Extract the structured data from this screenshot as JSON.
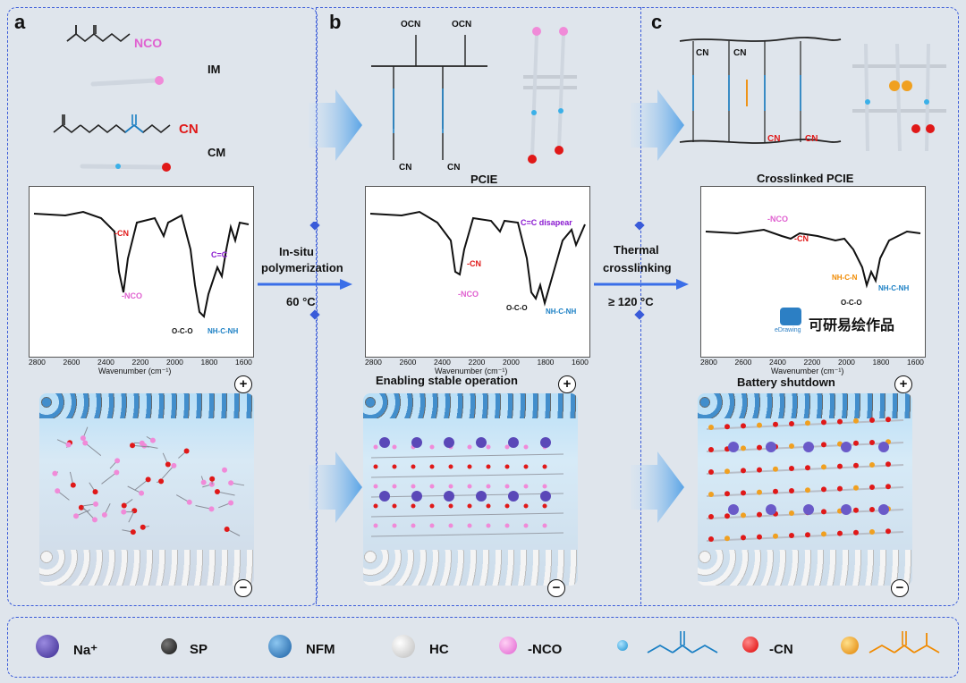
{
  "panels": [
    {
      "letter": "a"
    },
    {
      "letter": "b"
    },
    {
      "letter": "c"
    }
  ],
  "panel_a": {
    "monomer1_tag": "NCO",
    "monomer1_name": "IM",
    "monomer2_tag": "CN",
    "monomer2_name": "CM"
  },
  "panel_b": {
    "polymer_name": "PCIE",
    "nco1": "OCN",
    "nco2": "OCN",
    "cn1": "CN",
    "cn2": "CN",
    "annotation_top": "Enabling stable operation"
  },
  "panel_c": {
    "polymer_name": "Crosslinked PCIE",
    "cn1": "CN",
    "cn2": "CN",
    "cn3": "CN",
    "cn4": "CN",
    "annotation_top": "Battery shutdown"
  },
  "process1": {
    "line1": "In-situ",
    "line2": "polymerization",
    "condition": "60 °C"
  },
  "process2": {
    "line1": "Thermal",
    "line2": "crosslinking",
    "condition": "≥ 120 °C"
  },
  "spectra": [
    {
      "x_label": "Wavenumber (cm⁻¹)",
      "ticks": [
        "2800",
        "2600",
        "2400",
        "2200",
        "2000",
        "1800",
        "1600"
      ],
      "peaks": [
        "-CN",
        "-NCO",
        "C=C",
        "O-C-O",
        "NH-C-NH"
      ]
    },
    {
      "x_label": "Wavenumber (cm⁻¹)",
      "ticks": [
        "2800",
        "2600",
        "2400",
        "2200",
        "2000",
        "1800",
        "1600"
      ],
      "peaks": [
        "-CN",
        "-NCO",
        "C=C disapear",
        "O-C-O",
        "NH-C-NH"
      ]
    },
    {
      "x_label": "Wavenumber (cm⁻¹)",
      "ticks": [
        "2800",
        "2600",
        "2400",
        "2200",
        "2000",
        "1800",
        "1600"
      ],
      "peaks": [
        "-NCO",
        "-CN",
        "NH-C-N",
        "O-C-O",
        "NH-C-NH"
      ]
    }
  ],
  "electrode_signs": {
    "positive": "+",
    "negative": "−"
  },
  "watermark": {
    "brand": "eDrawing",
    "text": "可研易绘作品"
  },
  "legend": [
    {
      "label": "Na⁺",
      "color": "#4b3aa0"
    },
    {
      "label": "SP",
      "color": "#222222"
    },
    {
      "label": "NFM",
      "color": "#2c7fc4"
    },
    {
      "label": "HC",
      "color": "#e8e8e8"
    },
    {
      "label": "-NCO",
      "color": "#f08ad8"
    },
    {
      "label": "",
      "color": "#3bb0e8"
    },
    {
      "label": "-CN",
      "color": "#e01818"
    },
    {
      "label": "",
      "color": "#f0a020"
    }
  ],
  "colors": {
    "frame": "#3a5bd9",
    "nco": "#e060d0",
    "cn": "#e01818",
    "urea": "#1a7fc4",
    "crosslink": "#f08a00"
  }
}
